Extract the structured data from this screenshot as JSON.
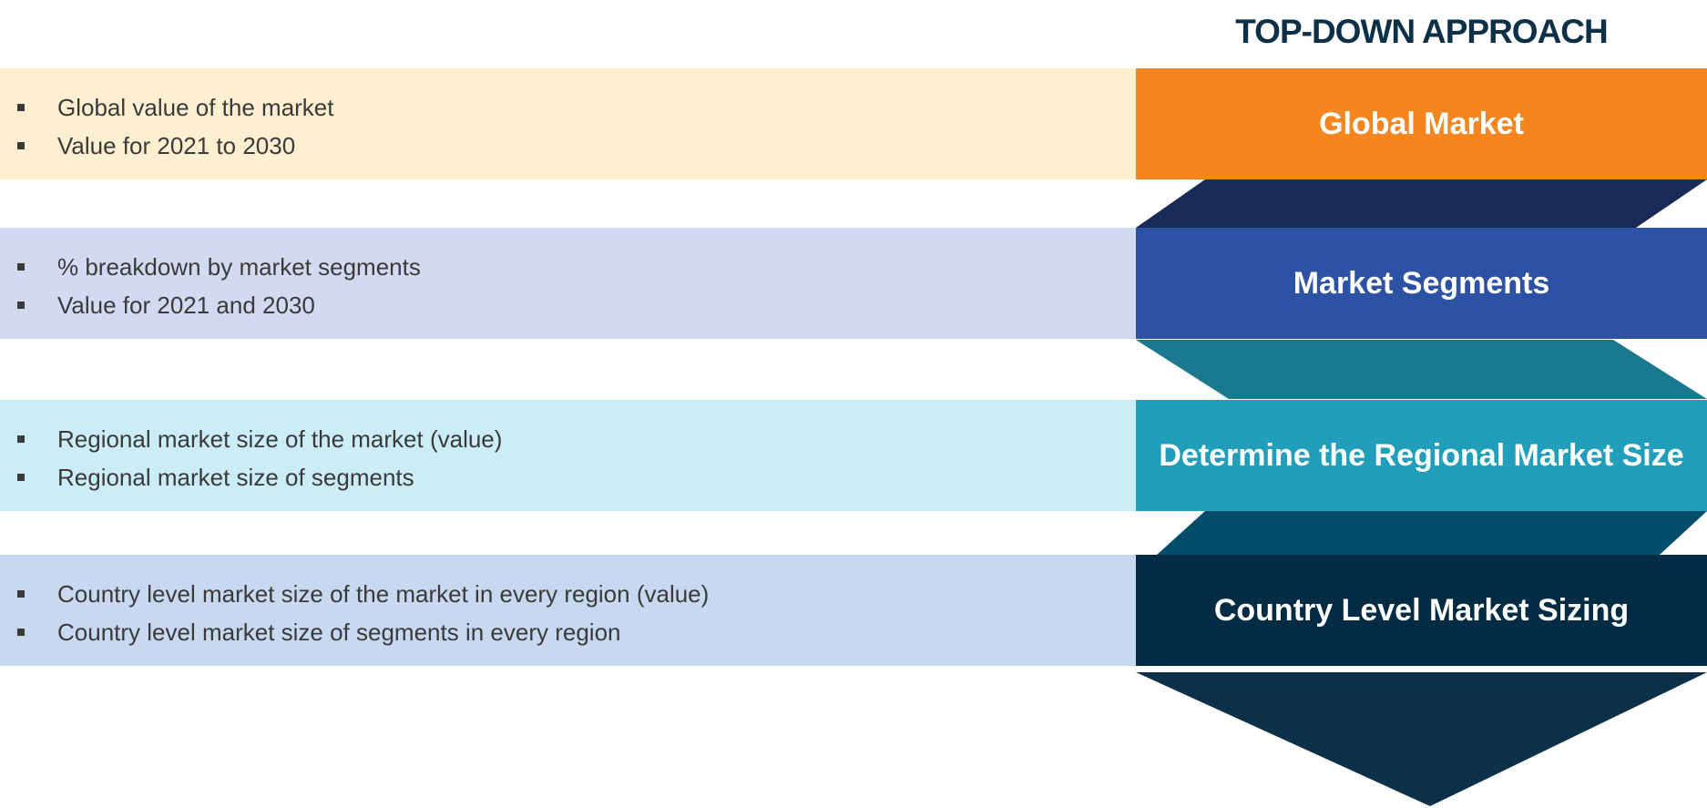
{
  "title": "TOP-DOWN APPROACH",
  "steps": [
    {
      "label": "Global Market",
      "bullets": [
        "Global value of the market",
        "Value for 2021 to 2030"
      ],
      "box_color": "#f5851f",
      "band_color": "#feefd1"
    },
    {
      "label": "Market Segments",
      "bullets": [
        "% breakdown by market segments",
        "Value for 2021 and 2030"
      ],
      "box_color": "#2e52a3",
      "band_color": "#d2daf1"
    },
    {
      "label": "Determine the Regional Market Size",
      "bullets": [
        "Regional market size of the market (value)",
        "Regional market size of segments"
      ],
      "box_color": "#209eba",
      "band_color": "#cbedf7"
    },
    {
      "label": "Country Level Market Sizing",
      "bullets": [
        "Country level market size of the market in every region (value)",
        "Country level market size of segments in every region"
      ],
      "box_color": "#012c44",
      "band_color": "#c7d8f0"
    }
  ],
  "connector_colors": [
    "#172a58",
    "#1a798e",
    "#034d6b"
  ],
  "arrow_color": "#0d3049"
}
